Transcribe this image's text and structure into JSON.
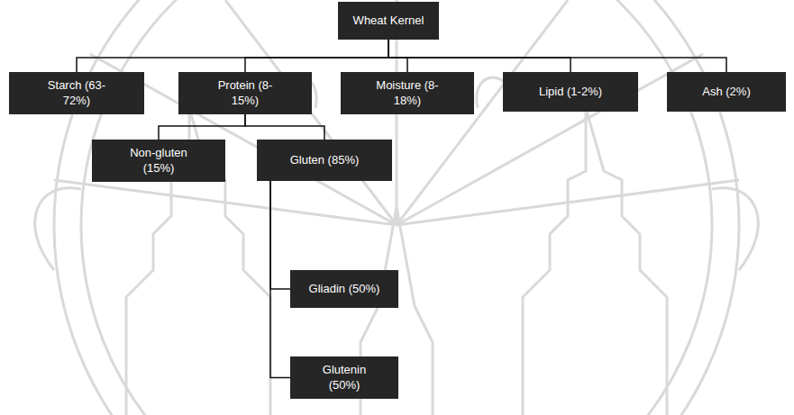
{
  "diagram": {
    "nodes": [
      {
        "text": [
          "Wheat Kernel"
        ]
      },
      {
        "text": [
          "Starch (63-72%)"
        ]
      },
      {
        "text": [
          "Protein (8-15%)"
        ]
      },
      {
        "text": [
          "Moisture (8-18%)"
        ]
      },
      {
        "text": [
          "Lipid (1-2%)"
        ]
      },
      {
        "text": [
          "Ash (2%)"
        ]
      },
      {
        "text": [
          "Non-gluten (15%)"
        ]
      },
      {
        "text": [
          "Gluten (85%)"
        ]
      },
      {
        "text": [
          "Gliadin (50%)"
        ]
      },
      {
        "text": [
          "Glutenin (50%)"
        ]
      }
    ],
    "edges": [
      {
        "from": 0,
        "to": 1,
        "arrow": "none"
      },
      {
        "from": 0,
        "to": 2,
        "arrow": "none"
      },
      {
        "from": 0,
        "to": 3,
        "arrow": "none"
      },
      {
        "from": 0,
        "to": 4,
        "arrow": "none"
      },
      {
        "from": 0,
        "to": 5,
        "arrow": "none"
      },
      {
        "from": 2,
        "to": 6,
        "arrow": "none"
      },
      {
        "from": 2,
        "to": 7,
        "arrow": "none"
      },
      {
        "from": 7,
        "to": 8,
        "arrow": "none"
      },
      {
        "from": 7,
        "to": 9,
        "arrow": "none"
      }
    ]
  }
}
